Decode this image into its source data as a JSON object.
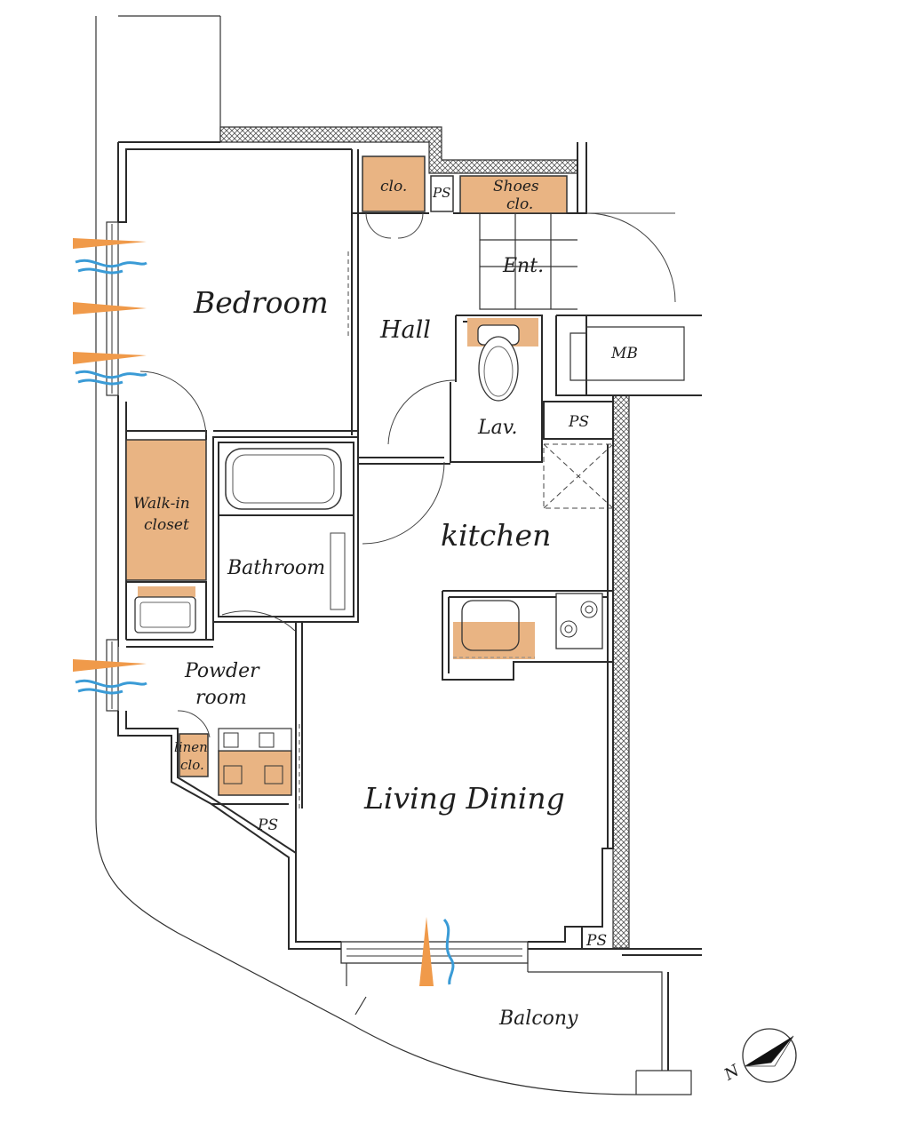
{
  "rooms": {
    "bedroom": "Bedroom",
    "hall": "Hall",
    "closet": "clo.",
    "ps_top": "PS",
    "shoes_line1": "Shoes",
    "shoes_line2": "clo.",
    "entrance": "Ent.",
    "mb": "MB",
    "lavatory": "Lav.",
    "ps_right": "PS",
    "kitchen": "kitchen",
    "walkin_line1": "Walk-in",
    "walkin_line2": "closet",
    "bathroom": "Bathroom",
    "powder_line1": "Powder",
    "powder_line2": "room",
    "linen_line1": "linen",
    "linen_line2": "clo.",
    "ps_lower": "PS",
    "living_dining": "Living Dining",
    "ps_bottom": "PS",
    "balcony": "Balcony"
  },
  "compass": {
    "label": "N"
  },
  "colors": {
    "storage_fill": "#e9b483",
    "wind_orange": "#f09a4a",
    "wind_blue": "#3a9bd6",
    "wall": "#2a2a2a"
  }
}
